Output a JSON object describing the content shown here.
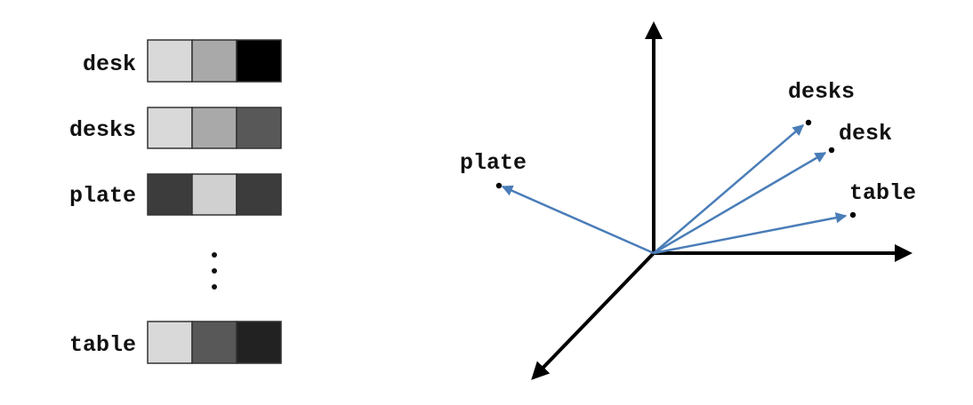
{
  "embeddings": [
    {
      "word": "desk",
      "cells": [
        "#d9d9d9",
        "#a9a9a9",
        "#000000"
      ]
    },
    {
      "word": "desks",
      "cells": [
        "#d9d9d9",
        "#a9a9a9",
        "#585858"
      ]
    },
    {
      "word": "plate",
      "cells": [
        "#3c3c3c",
        "#d0d0d0",
        "#3c3c3c"
      ]
    },
    {
      "word": "table",
      "cells": [
        "#d9d9d9",
        "#585858",
        "#222222"
      ]
    }
  ],
  "ellipsis": "⋮",
  "vector_space": {
    "vectors": [
      {
        "label": "desks"
      },
      {
        "label": "desk"
      },
      {
        "label": "plate"
      },
      {
        "label": "table"
      }
    ]
  },
  "colors": {
    "vector": "#4a7db8",
    "axis": "#000000"
  }
}
